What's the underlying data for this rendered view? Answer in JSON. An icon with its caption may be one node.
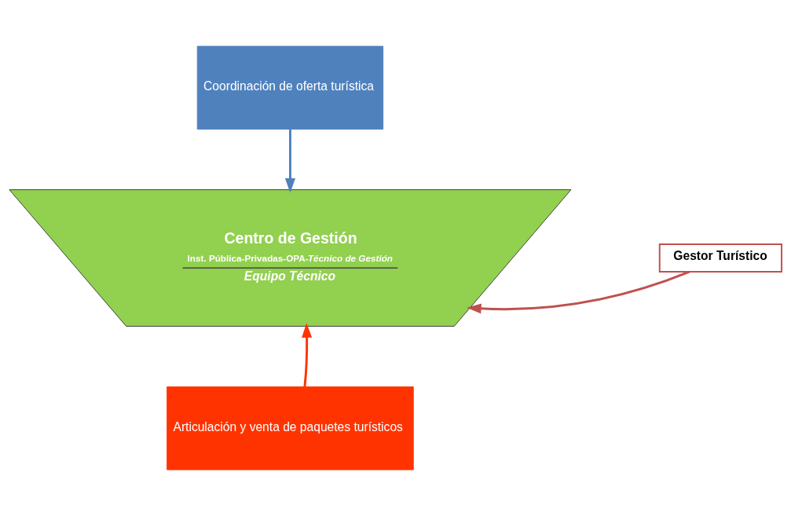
{
  "diagram": {
    "nodes": [
      {
        "text": [
          "Coordinación de oferta turística"
        ]
      },
      {
        "text": [
          "Centro de Gestión",
          "Inst. Pública-Privadas-OPA-*Técnico de Gestión*",
          "Equipo Técnico"
        ]
      },
      {
        "text": [
          "Gestor Turístico"
        ]
      },
      {
        "text": [
          "Articulación y venta de paquetes turísticos"
        ]
      }
    ],
    "edges": [
      {
        "from": 0,
        "to": 1,
        "arrow": "to",
        "color": "#4f81bd"
      },
      {
        "from": 2,
        "to": 1,
        "arrow": "to",
        "color": "#c0504d"
      },
      {
        "from": 3,
        "to": 1,
        "arrow": "to",
        "color": "#ff3300"
      }
    ]
  }
}
